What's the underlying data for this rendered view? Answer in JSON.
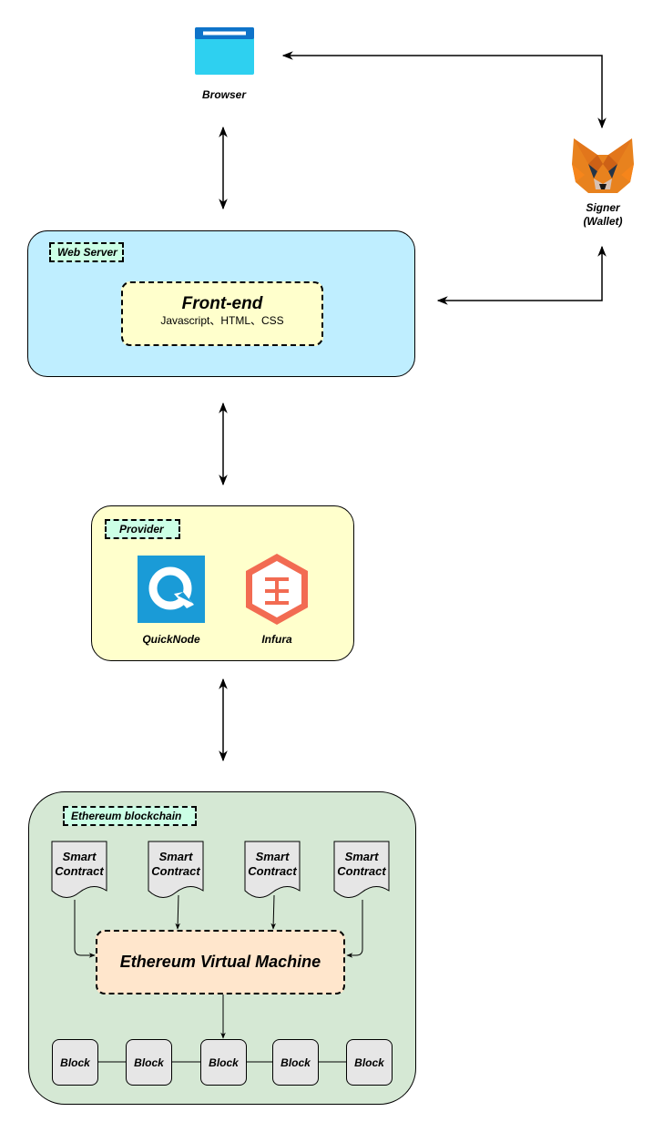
{
  "browser": {
    "label": "Browser"
  },
  "signer": {
    "line1": "Signer",
    "line2": "(Wallet)"
  },
  "web_server": {
    "tag": "Web Server",
    "frontend_title": "Front-end",
    "frontend_subtitle": "Javascript、HTML、CSS"
  },
  "provider": {
    "tag": "Provider",
    "items": [
      {
        "label": "QuickNode"
      },
      {
        "label": "Infura"
      }
    ]
  },
  "blockchain": {
    "tag": "Ethereum blockchain",
    "contracts": [
      {
        "line1": "Smart",
        "line2": "Contract"
      },
      {
        "line1": "Smart",
        "line2": "Contract"
      },
      {
        "line1": "Smart",
        "line2": "Contract"
      },
      {
        "line1": "Smart",
        "line2": "Contract"
      }
    ],
    "evm": "Ethereum Virtual Machine",
    "blocks": [
      "Block",
      "Block",
      "Block",
      "Block",
      "Block"
    ]
  },
  "colors": {
    "web_server_fill": "#bfeeff",
    "frontend_fill": "#ffffcc",
    "provider_fill": "#ffffcc",
    "blockchain_fill": "#d5e8d4",
    "evm_fill": "#ffe6cc",
    "tag_fill": "#ccffe6",
    "contract_fill": "#e6e6e6",
    "block_fill": "#e6e6e6",
    "quicknode_blue": "#1a9bd7",
    "infura_red": "#f26b52",
    "metamask_orange": "#e8821e"
  }
}
